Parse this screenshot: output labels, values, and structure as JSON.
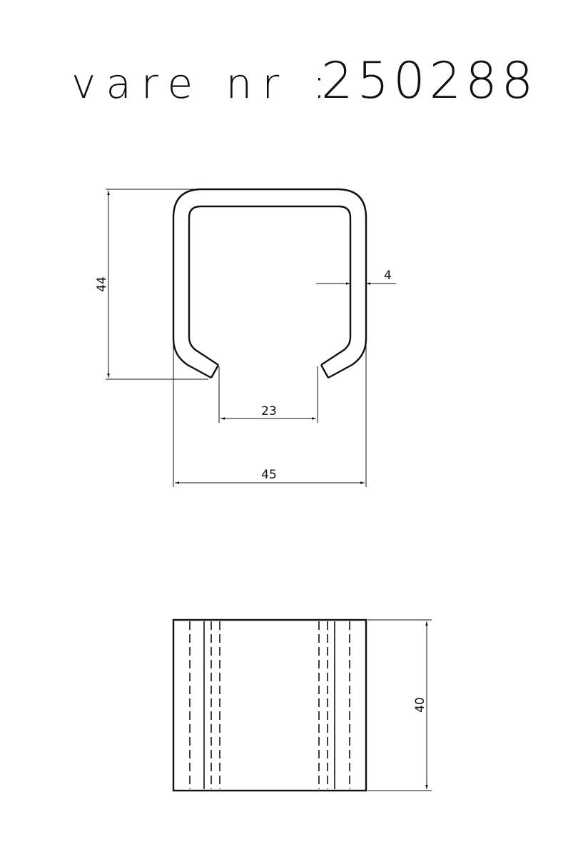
{
  "title": {
    "label": "vare nr :",
    "number": "250288"
  },
  "dimensions": {
    "height": "44",
    "thickness": "4",
    "opening": "23",
    "width": "45",
    "length": "40"
  },
  "colors": {
    "line": "#111111",
    "background": "#ffffff"
  }
}
